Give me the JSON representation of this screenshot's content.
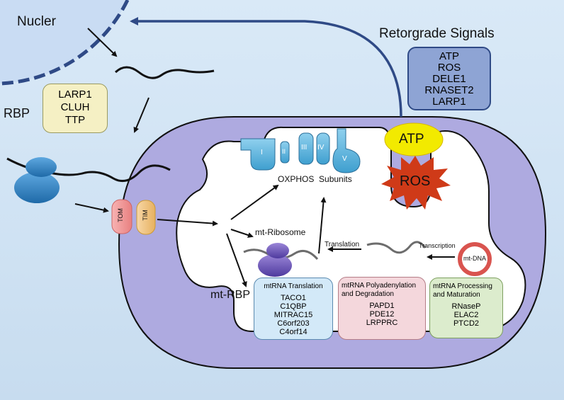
{
  "nucleus_label": "Nucler",
  "retrograde": {
    "title": "Retorgrade Signals",
    "items": [
      "ATP",
      "ROS",
      "DELE1",
      "RNASET2",
      "LARP1"
    ]
  },
  "rbp": {
    "label": "RBP",
    "items": [
      "LARP1",
      "CLUH",
      "TTP"
    ]
  },
  "import": {
    "tom": "TOM",
    "tim": "TIM"
  },
  "oxphos": {
    "label": "OXPHOS  Subunits",
    "complexes": [
      "I",
      "II",
      "III",
      "IV",
      "V"
    ]
  },
  "stress": {
    "atp": "ATP",
    "ros": "ROS"
  },
  "ribosome_label": "mt-Ribosome",
  "translation_label": "Translation",
  "transcription_label": "Transcription",
  "mtdna_label": "mt-DNA",
  "mt_rbp_label": "mt-RBP",
  "boxes": {
    "translation": {
      "title": "mtRNA Translation",
      "items": [
        "TACO1",
        "C1QBP",
        "MITRAC15",
        "C6orf203",
        "C4orf14"
      ],
      "color": "#d3e9f8"
    },
    "polyadenylation": {
      "title_lines": [
        "mtRNA Polyadenylation",
        "and Degradation"
      ],
      "items": [
        "PAPD1",
        "PDE12",
        "LRPPRC"
      ],
      "color": "#f4d7dc"
    },
    "processing": {
      "title_lines": [
        "mtRNA Processing",
        "and Maturation"
      ],
      "items": [
        "RNaseP",
        "ELAC2",
        "PTCD2"
      ],
      "color": "#dceccd"
    }
  },
  "colors": {
    "mito_membrane": "#aeaae0",
    "matrix": "#ffffff",
    "nucleus": "#c9dcf3",
    "nucleus_border": "#2f4a86",
    "retro_box": "#8ea4d4",
    "rbp_box": "#f5f0c4",
    "atp": "#f2ea00",
    "ros": "#cf3a18",
    "ribosome": "#2c7fbf",
    "mt_ribosome": "#6f55b8",
    "mtdna": "#d9544f"
  }
}
